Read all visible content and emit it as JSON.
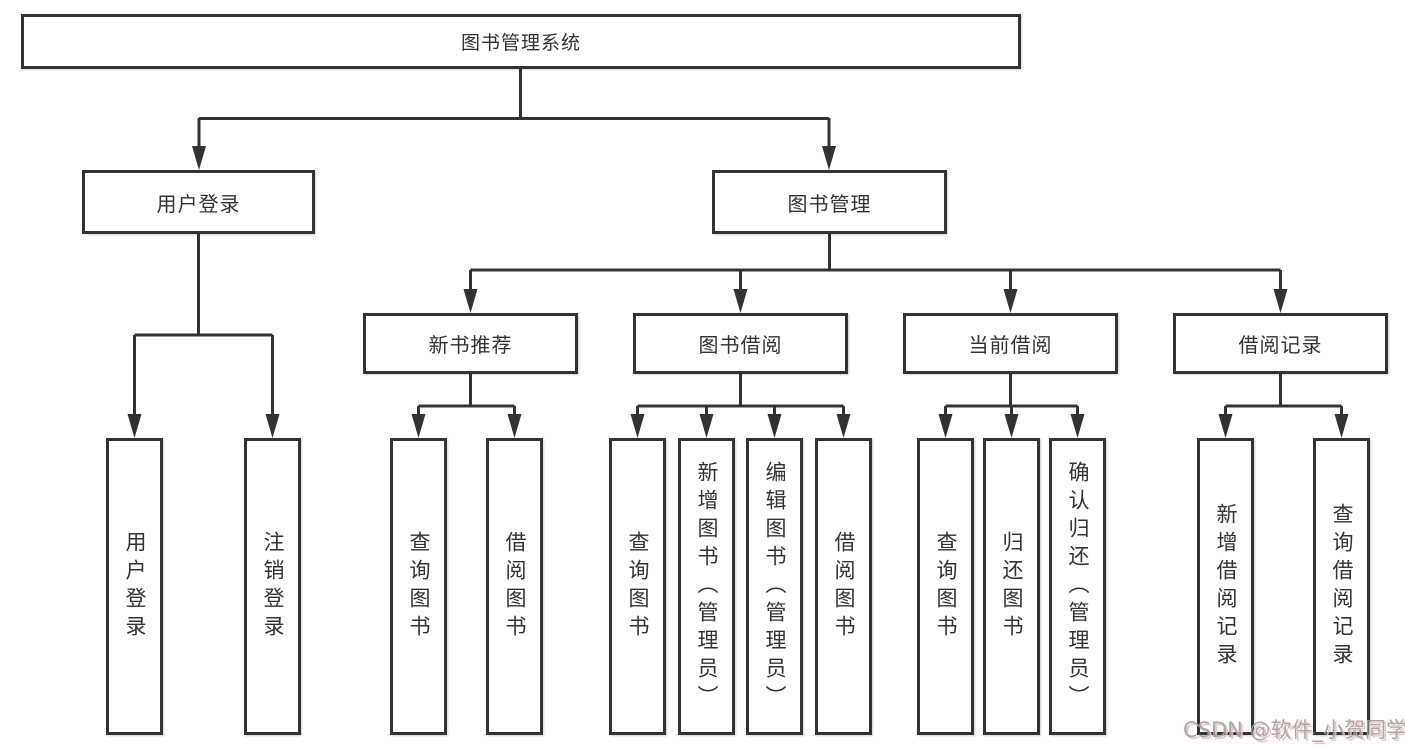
{
  "diagram": {
    "type": "hierarchy-tree",
    "watermark": "CSDN @软件_小贺同学",
    "colors": {
      "line": "#333333",
      "box_border": "#333333",
      "box_fill": "#ffffff",
      "text": "#333333",
      "background": "#ffffff",
      "watermark_text": "#a0a0a0",
      "watermark_shadow": "#eec2c2"
    },
    "tree": {
      "label": "图书管理系统",
      "children": [
        {
          "label": "用户登录",
          "children": [
            {
              "label": "用户登录"
            },
            {
              "label": "注销登录"
            }
          ]
        },
        {
          "label": "图书管理",
          "children": [
            {
              "label": "新书推荐",
              "children": [
                {
                  "label": "查询图书"
                },
                {
                  "label": "借阅图书"
                }
              ]
            },
            {
              "label": "图书借阅",
              "children": [
                {
                  "label": "查询图书"
                },
                {
                  "label": "新增图书（管理员）"
                },
                {
                  "label": "编辑图书（管理员）"
                },
                {
                  "label": "借阅图书"
                }
              ]
            },
            {
              "label": "当前借阅",
              "children": [
                {
                  "label": "查询图书"
                },
                {
                  "label": "归还图书"
                },
                {
                  "label": "确认归还（管理员）"
                }
              ]
            },
            {
              "label": "借阅记录",
              "children": [
                {
                  "label": "新增借阅记录"
                },
                {
                  "label": "查询借阅记录"
                }
              ]
            }
          ]
        }
      ]
    }
  }
}
